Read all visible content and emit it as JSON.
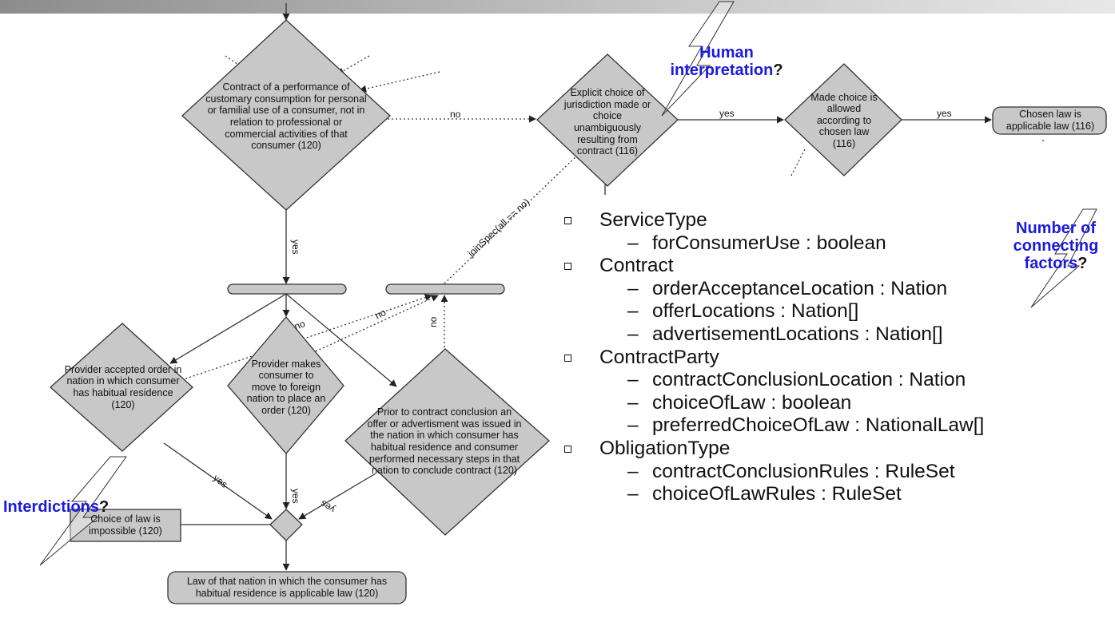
{
  "nodes": {
    "consumer_contract": "Contract of a performance of customary consumption for personal or familial use of a consumer, not in relation to professional or commercial activities of that consumer (120)",
    "explicit_choice": "Explicit choice of jurisdiction made or choice unambiguously resulting from contract (116)",
    "allowed_choice": "Made choice is allowed according to chosen law (116)",
    "chosen_law": "Chosen law is applicable law (116)",
    "provider_accepted": "Provider accepted order in nation in which consumer has habitual residence (120)",
    "provider_moves": "Provider makes consumer to move to foreign nation to place an order (120)",
    "prior_offer": "Prior to contract conclusion an offer or advertisment was issued in the nation in which consumer has habitual residence and consumer performed necessary steps in that nation to conclude contract (120)",
    "choice_impossible": "Choice of law is impossible (120)",
    "habitual_residence_law": "Law of that nation in which the consumer has habitual residence is applicable law (120)"
  },
  "edge_labels": {
    "no": "no",
    "yes": "yes",
    "join_spec": "joinSpec(all == no)"
  },
  "callouts": {
    "human_1": "Human",
    "human_2": "interpretation",
    "number_1": "Number of",
    "number_2": "connecting",
    "number_3": "factors",
    "interdictions": "Interdictions",
    "question_mark": "?"
  },
  "model": [
    {
      "name": "ServiceType",
      "attributes": [
        "forConsumerUse : boolean"
      ]
    },
    {
      "name": "Contract",
      "attributes": [
        "orderAcceptanceLocation : Nation",
        "offerLocations : Nation[]",
        "advertisementLocations : Nation[]"
      ]
    },
    {
      "name": "ContractParty",
      "attributes": [
        "contractConclusionLocation : Nation",
        "choiceOfLaw : boolean",
        "preferredChoiceOfLaw : NationalLaw[]"
      ]
    },
    {
      "name": "ObligationType",
      "attributes": [
        "contractConclusionRules : RuleSet",
        "choiceOfLawRules : RuleSet"
      ]
    }
  ],
  "colors": {
    "node_fill": "#c8c8c8",
    "callout_blue": "#1a1ae0",
    "header_bar": "#8c8c8c"
  }
}
